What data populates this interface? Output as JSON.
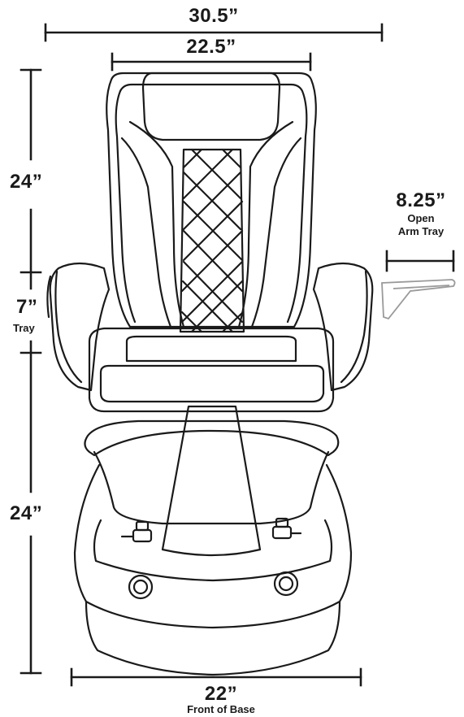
{
  "dimensions": {
    "overall_width": "30.5”",
    "back_width": "22.5”",
    "back_height": "24”",
    "tray_height": "7”",
    "tray_label": "Tray",
    "base_height": "24”",
    "base_width": "22”",
    "base_label": "Front of Base",
    "arm_tray_width": "8.25”",
    "arm_tray_label_1": "Open",
    "arm_tray_label_2": "Arm Tray"
  },
  "colors": {
    "line": "#1a1a1a",
    "tray": "#9a9a9a",
    "background": "#ffffff"
  }
}
